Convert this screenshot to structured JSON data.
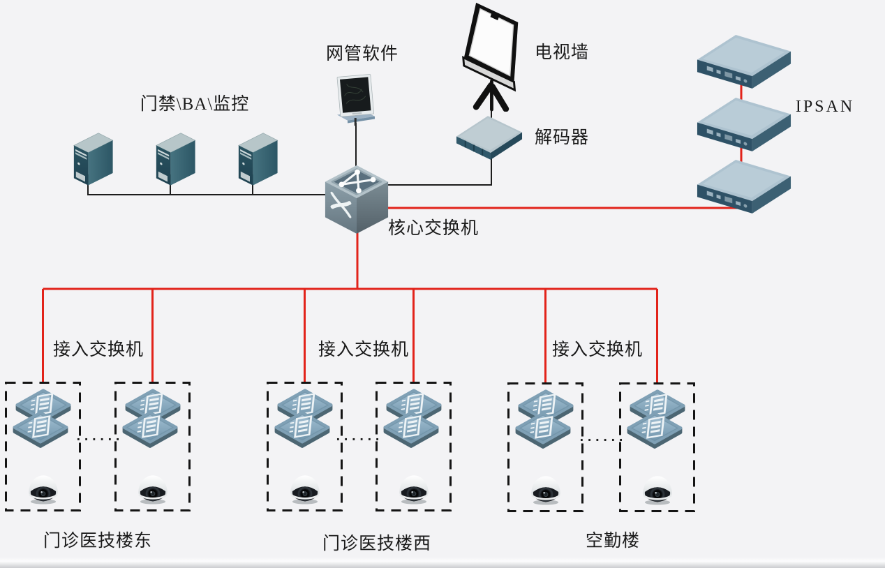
{
  "labels": {
    "server_group": "门禁\\BA\\监控",
    "nms": "网管软件",
    "tv_wall": "电视墙",
    "decoder": "解码器",
    "ipsan": "IPSAN",
    "core_switch": "核心交换机"
  },
  "groups": [
    {
      "access_label": "接入交换机",
      "ellipsis": "......",
      "building": "门诊医技楼东"
    },
    {
      "access_label": "接入交换机",
      "ellipsis": "......",
      "building": "门诊医技楼西"
    },
    {
      "access_label": "接入交换机",
      "ellipsis": "......",
      "building": "空勤楼"
    }
  ],
  "colors": {
    "background": "#f3f3f5",
    "link_red": "#e2231a",
    "link_black": "#1c1c1c",
    "box_dash": "#141414",
    "text": "#1a1a1a"
  }
}
